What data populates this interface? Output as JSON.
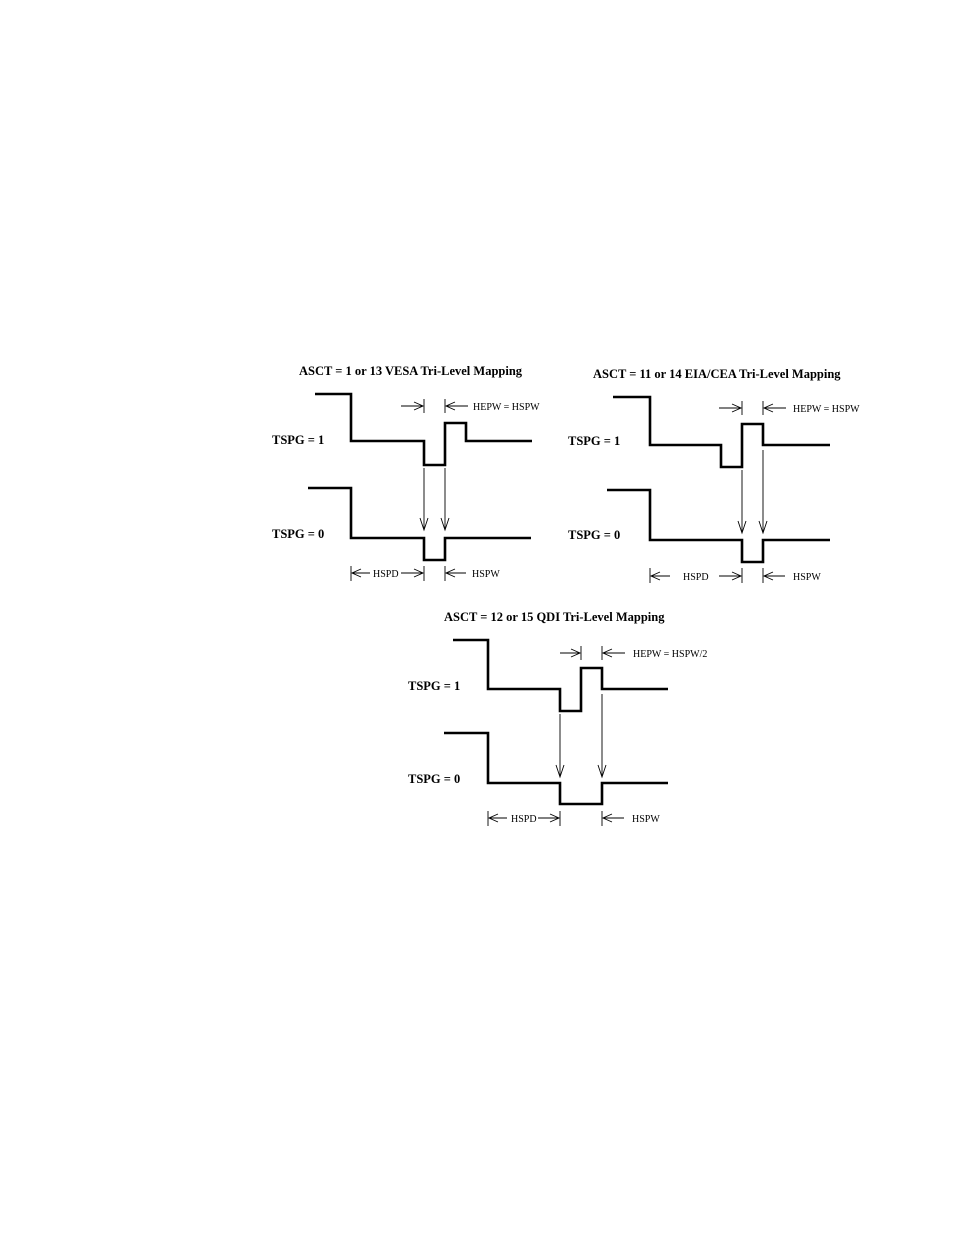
{
  "diagrams": [
    {
      "title": "ASCT = 1 or 13 VESA Tri-Level Mapping",
      "rows": [
        {
          "label": "TSPG = 1"
        },
        {
          "label": "TSPG = 0"
        }
      ],
      "top_measure": "HEPW = HSPW",
      "bottom_left_measure": "HSPD",
      "bottom_right_measure": "HSPW"
    },
    {
      "title": "ASCT = 11 or 14 EIA/CEA Tri-Level Mapping",
      "rows": [
        {
          "label": "TSPG = 1"
        },
        {
          "label": "TSPG = 0"
        }
      ],
      "top_measure": "HEPW = HSPW",
      "bottom_left_measure": "HSPD",
      "bottom_right_measure": "HSPW"
    },
    {
      "title": "ASCT = 12 or 15 QDI Tri-Level Mapping",
      "rows": [
        {
          "label": "TSPG = 1"
        },
        {
          "label": "TSPG = 0"
        }
      ],
      "top_measure": "HEPW = HSPW/2",
      "bottom_left_measure": "HSPD",
      "bottom_right_measure": "HSPW"
    }
  ]
}
